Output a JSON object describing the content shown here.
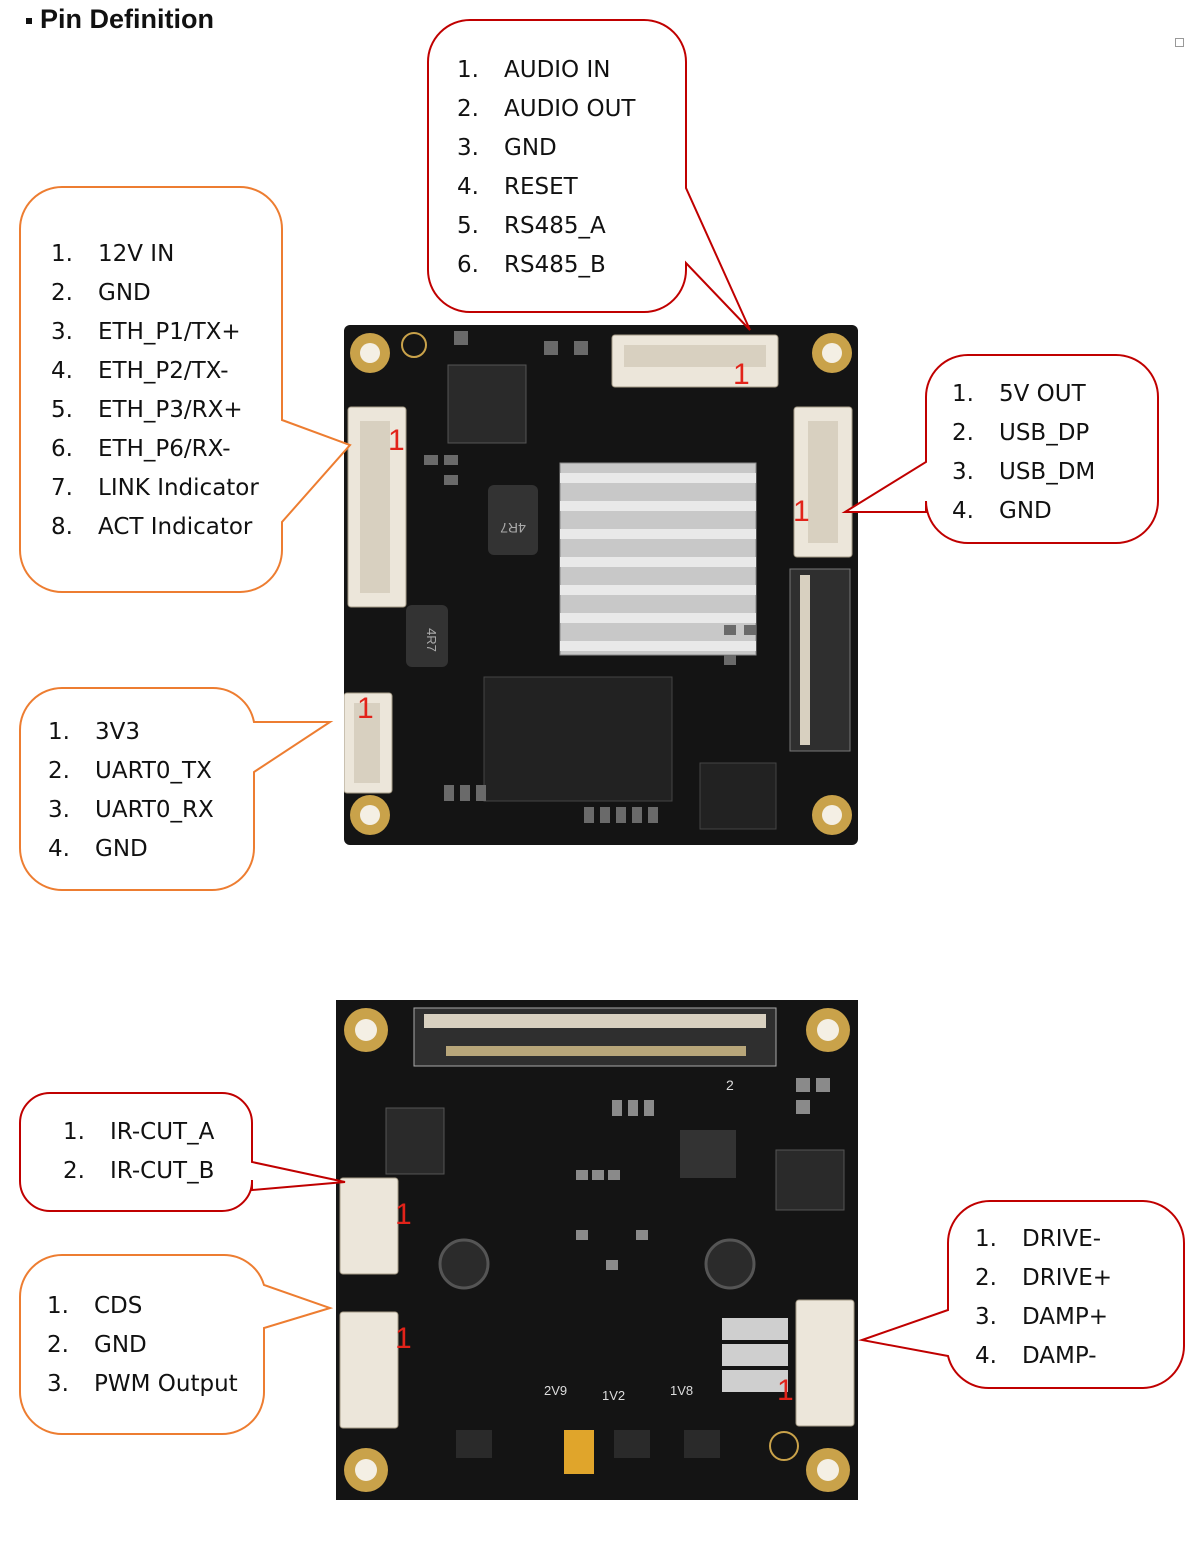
{
  "heading": "Pin Definition",
  "colors": {
    "red_callout": "#c00000",
    "orange_callout": "#ed7d31",
    "pin1_marker": "#e2231a",
    "pcb": "#151515",
    "connector": "#ece6da",
    "heatsink": "#c8c8c8"
  },
  "pin1_marker": "1",
  "top_board_callouts": {
    "audio": {
      "pins": [
        {
          "num": "1.",
          "name": "AUDIO IN"
        },
        {
          "num": "2.",
          "name": "AUDIO OUT"
        },
        {
          "num": "3.",
          "name": "GND"
        },
        {
          "num": "4.",
          "name": "RESET"
        },
        {
          "num": "5.",
          "name": "RS485_A"
        },
        {
          "num": "6.",
          "name": "RS485_B"
        }
      ]
    },
    "ethernet": {
      "pins": [
        {
          "num": "1.",
          "name": "12V IN"
        },
        {
          "num": "2.",
          "name": "GND"
        },
        {
          "num": "3.",
          "name": "ETH_P1/TX+"
        },
        {
          "num": "4.",
          "name": "ETH_P2/TX-"
        },
        {
          "num": "5.",
          "name": "ETH_P3/RX+"
        },
        {
          "num": "6.",
          "name": "ETH_P6/RX-"
        },
        {
          "num": "7.",
          "name": "LINK Indicator"
        },
        {
          "num": "8.",
          "name": "ACT Indicator"
        }
      ]
    },
    "usb": {
      "pins": [
        {
          "num": "1.",
          "name": "5V OUT"
        },
        {
          "num": "2.",
          "name": "USB_DP"
        },
        {
          "num": "3.",
          "name": "USB_DM"
        },
        {
          "num": "4.",
          "name": "GND"
        }
      ]
    },
    "uart": {
      "pins": [
        {
          "num": "1.",
          "name": "3V3"
        },
        {
          "num": "2.",
          "name": "UART0_TX"
        },
        {
          "num": "3.",
          "name": "UART0_RX"
        },
        {
          "num": "4.",
          "name": "GND"
        }
      ]
    }
  },
  "bottom_board_callouts": {
    "ircut": {
      "pins": [
        {
          "num": "1.",
          "name": "IR-CUT_A"
        },
        {
          "num": "2.",
          "name": "IR-CUT_B"
        }
      ]
    },
    "cds": {
      "pins": [
        {
          "num": "1.",
          "name": "CDS"
        },
        {
          "num": "2.",
          "name": "GND"
        },
        {
          "num": "3.",
          "name": "PWM Output"
        }
      ]
    },
    "drive": {
      "pins": [
        {
          "num": "1.",
          "name": "DRIVE-"
        },
        {
          "num": "2.",
          "name": "DRIVE+"
        },
        {
          "num": "3.",
          "name": "DAMP+"
        },
        {
          "num": "4.",
          "name": "DAMP-"
        }
      ]
    }
  },
  "board_labels": {
    "inductor_top": "4R7",
    "inductor_side": "4R7",
    "silk_2v9": "2V9",
    "silk_1v2": "1V2",
    "silk_1v8": "1V8",
    "silk_2": "2"
  }
}
